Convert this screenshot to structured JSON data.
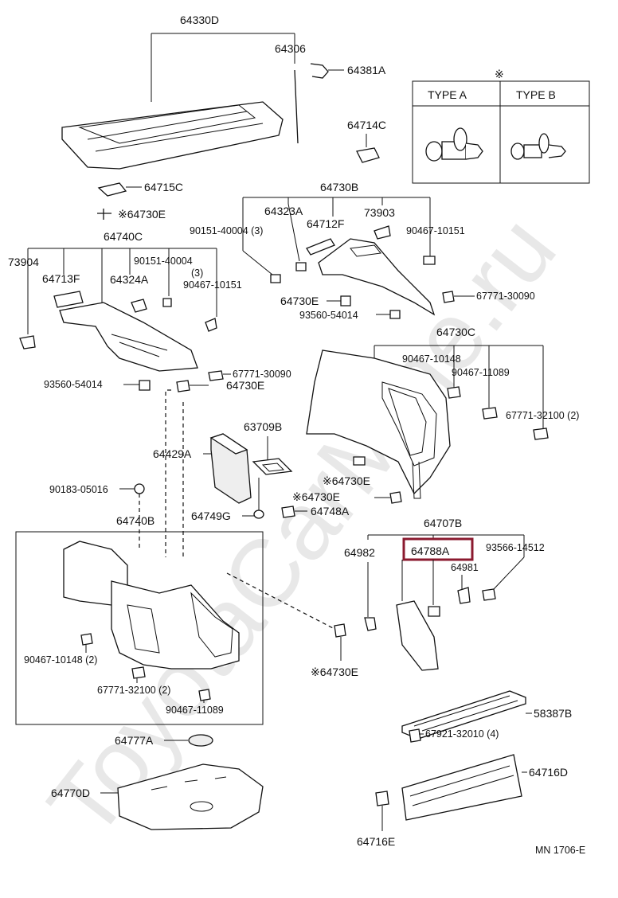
{
  "watermark": "ToyotaCarMine.ru",
  "legend": {
    "marker": "※",
    "type_a": "TYPE A",
    "type_b": "TYPE B"
  },
  "labels": {
    "p64330D": "64330D",
    "p64306": "64306",
    "p64381A": "64381A",
    "p64714C": "64714C",
    "p64715C": "64715C",
    "p64730E_a": "※64730E",
    "p64730B": "64730B",
    "p64323A": "64323A",
    "p64712F": "64712F",
    "p73903": "73903",
    "p90151_40004_a": "90151-40004 (3)",
    "p90467_10151_a": "90467-10151",
    "p64740C": "64740C",
    "p73904": "73904",
    "p64713F": "64713F",
    "p64324A": "64324A",
    "p90151_40004_b": "90151-40004",
    "p90151_40004_b_qty": "(3)",
    "p90467_10151_b": "90467-10151",
    "p64730E_b": "64730E",
    "p67771_30090_a": "67771-30090",
    "p93560_54014_a": "93560-54014",
    "p64730C": "64730C",
    "p67771_30090_b": "67771-30090",
    "p93560_54014_b": "93560-54014",
    "p64730E_c": "64730E",
    "p90467_10148_a": "90467-10148",
    "p90467_11089_a": "90467-11089",
    "p67771_32100_a": "67771-32100 (2)",
    "p63709B": "63709B",
    "p64429A": "64429A",
    "p64730E_d": "※64730E",
    "p64730E_e": "※64730E",
    "p90183_05016": "90183-05016",
    "p64749G": "64749G",
    "p64748A": "64748A",
    "p64740B": "64740B",
    "p64707B": "64707B",
    "p64982": "64982",
    "p64788A": "64788A",
    "p93566_14512": "93566-14512",
    "p64981": "64981",
    "p90467_10148_b": "90467-10148 (2)",
    "p67771_32100_b": "67771-32100 (2)",
    "p90467_11089_b": "90467-11089",
    "p64730E_f": "※64730E",
    "p58387B": "58387B",
    "p67921_32010": "67921-32010 (4)",
    "p64777A": "64777A",
    "p64770D": "64770D",
    "p64716D": "64716D",
    "p64716E": "64716E",
    "diagram_code": "MN 1706-E"
  },
  "highlight_color": "#8b1a2f"
}
